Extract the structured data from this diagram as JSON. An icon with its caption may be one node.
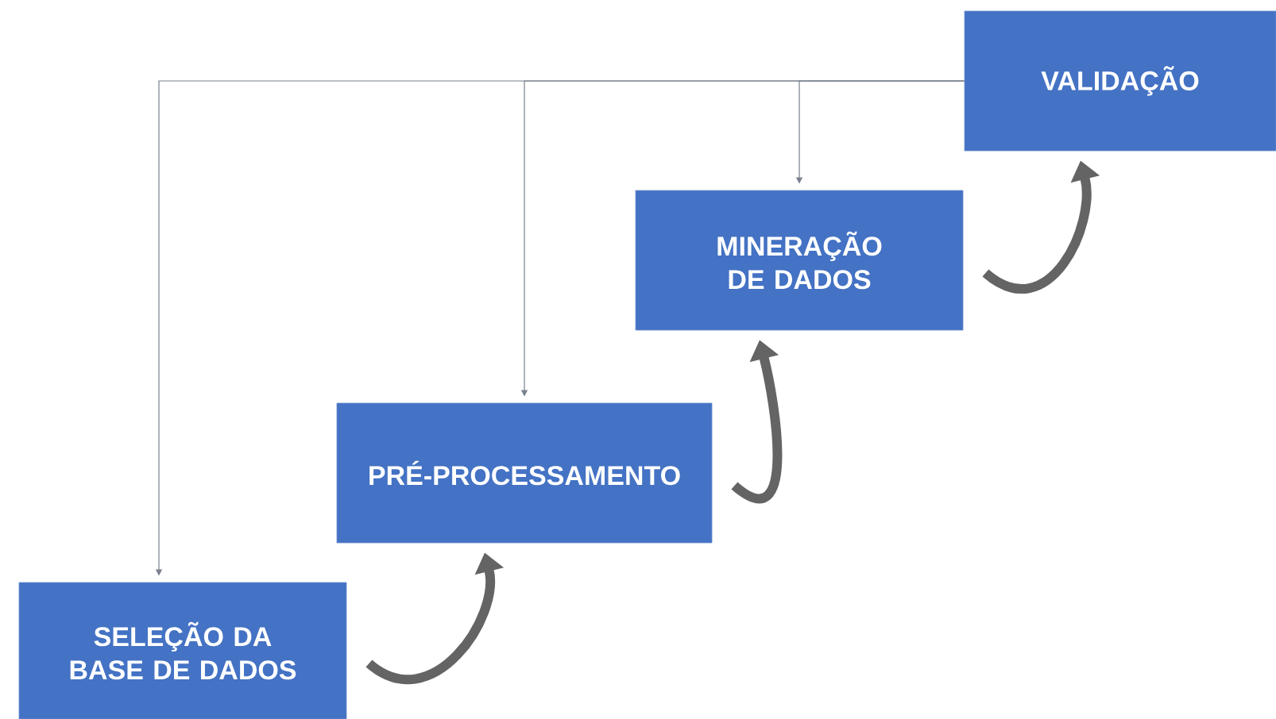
{
  "diagram": {
    "nodes": [
      {
        "text": [
          "SELEÇÃO DA BASE DE DADOS"
        ]
      },
      {
        "text": [
          "PRÉ-PROCESSAMENTO"
        ]
      },
      {
        "text": [
          "MINERAÇÃO DE DADOS"
        ]
      },
      {
        "text": [
          "VALIDAÇÃO"
        ]
      }
    ],
    "edges": [
      {
        "from": 0,
        "to": 1,
        "arrow": "to",
        "style": "thick"
      },
      {
        "from": 1,
        "to": 2,
        "arrow": "to",
        "style": "thick"
      },
      {
        "from": 2,
        "to": 3,
        "arrow": "to",
        "style": "thick"
      },
      {
        "from": 3,
        "to": 2,
        "arrow": "to"
      },
      {
        "from": 3,
        "to": 1,
        "arrow": "to"
      },
      {
        "from": 3,
        "to": 0,
        "arrow": "to"
      }
    ]
  }
}
